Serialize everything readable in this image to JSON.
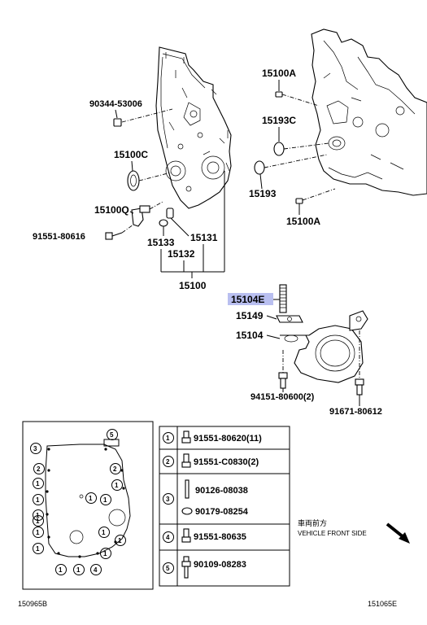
{
  "parts": {
    "p90344": "90344-53006",
    "p15100C": "15100C",
    "p15100Q": "15100Q",
    "p91551_80616": "91551-80616",
    "p15133": "15133",
    "p15132": "15132",
    "p15131": "15131",
    "p15100": "15100",
    "p15100A_top": "15100A",
    "p15193C": "15193C",
    "p15193": "15193",
    "p15100A_bottom": "15100A",
    "p15104E": "15104E",
    "p15149": "15149",
    "p15104": "15104",
    "p94151": "94151-80600(2)",
    "p91671": "91671-80612"
  },
  "highlight_color": "#b9bff0",
  "legend": {
    "rows": [
      {
        "num": "1",
        "part": "91551-80620(11)"
      },
      {
        "num": "2",
        "part": "91551-C0830(2)"
      },
      {
        "num": "3",
        "part_a": "90126-08038",
        "part_b": "90179-08254"
      },
      {
        "num": "4",
        "part": "91551-80635"
      },
      {
        "num": "5",
        "part": "90109-08283"
      }
    ]
  },
  "inset_markers": [
    "3",
    "5",
    "2",
    "2",
    "1",
    "1",
    "1",
    "1",
    "1",
    "1",
    "1",
    "1",
    "1",
    "1",
    "1",
    "4",
    "1",
    "1",
    "1"
  ],
  "direction": {
    "jp": "車両前方",
    "en": "VEHICLE FRONT SIDE"
  },
  "ref_left": "150965B",
  "ref_right": "151065E"
}
